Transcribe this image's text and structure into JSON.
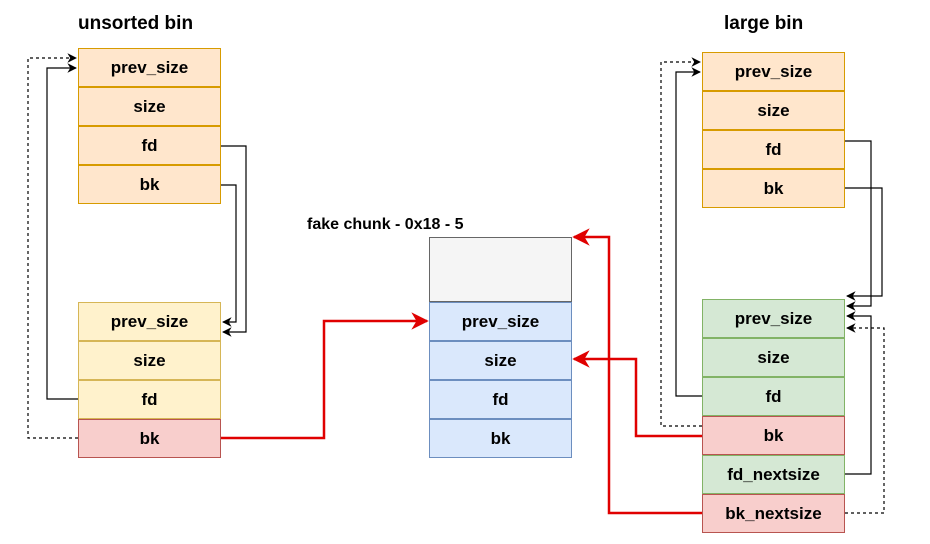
{
  "colors": {
    "orange_fill": "#ffe6cc",
    "orange_stroke": "#d79b00",
    "yellow_fill": "#fff2cc",
    "yellow_stroke": "#d6b656",
    "red_fill": "#f8cecc",
    "red_stroke": "#b85450",
    "blue_fill": "#dae8fc",
    "blue_stroke": "#6c8ebf",
    "green_fill": "#d5e8d4",
    "green_stroke": "#82b366",
    "gray_fill": "#f5f5f5",
    "gray_stroke": "#666666",
    "arrow_red": "#e00000",
    "arrow_black": "#000000"
  },
  "unsorted_bin": {
    "title": "unsorted bin",
    "chunk1": [
      "prev_size",
      "size",
      "fd",
      "bk"
    ],
    "chunk2": [
      "prev_size",
      "size",
      "fd",
      "bk"
    ]
  },
  "fake_chunk": {
    "title": "fake chunk - 0x18 - 5",
    "header_cell": "",
    "fields": [
      "prev_size",
      "size",
      "fd",
      "bk"
    ]
  },
  "large_bin": {
    "title": "large bin",
    "chunk1": [
      "prev_size",
      "size",
      "fd",
      "bk"
    ],
    "chunk2": [
      "prev_size",
      "size",
      "fd",
      "bk",
      "fd_nextsize",
      "bk_nextsize"
    ]
  }
}
